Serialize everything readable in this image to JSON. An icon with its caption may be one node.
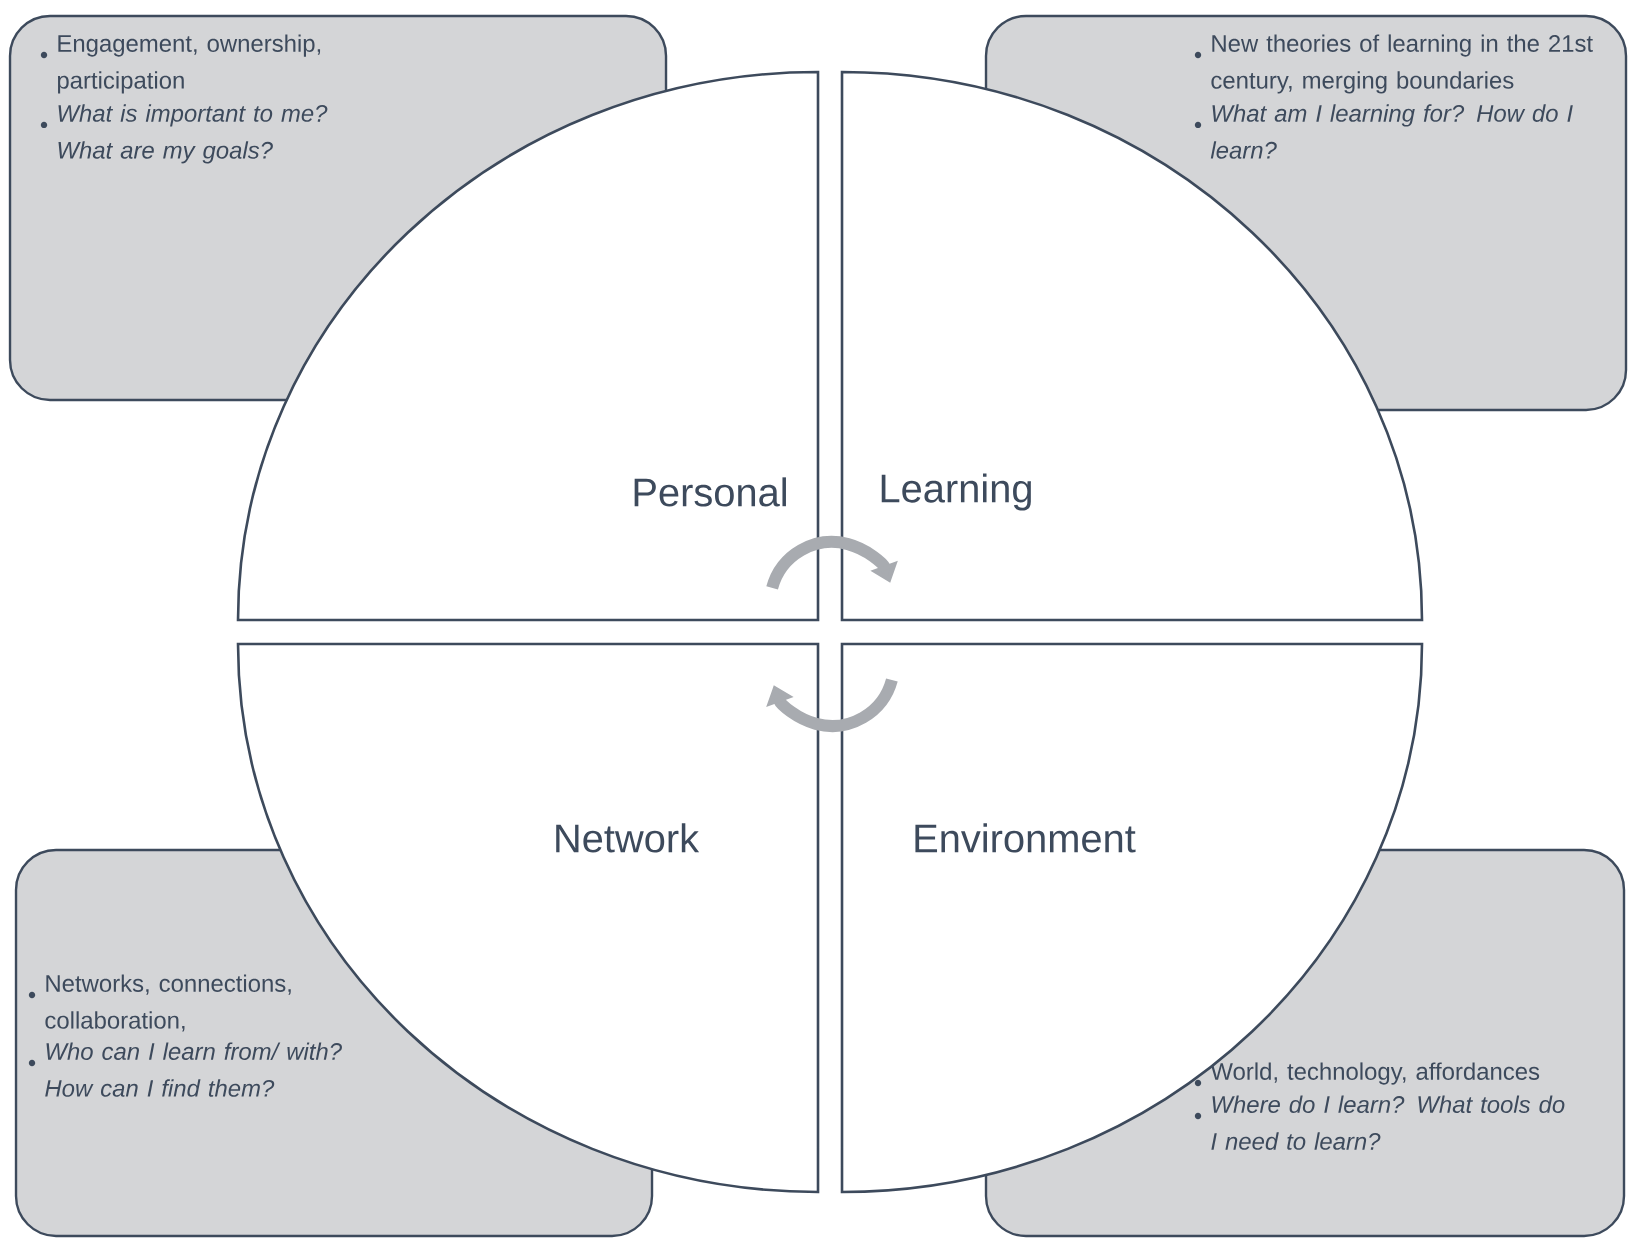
{
  "diagram": {
    "nodes": [
      {
        "text": [
          "Engagement, ownership, participation",
          "What is important to me? What are my goals?"
        ]
      },
      {
        "text": [
          "New theories of learning in the 21st century, merging boundaries",
          "What am I learning for? How do I learn?"
        ]
      },
      {
        "text": [
          "Personal"
        ]
      },
      {
        "text": [
          "Learning"
        ]
      },
      {
        "text": [
          "Network"
        ]
      },
      {
        "text": [
          "Environment"
        ]
      },
      {
        "text": [
          "Networks, connections, collaboration,",
          "Who can I learn from/ with? How can I find them?"
        ]
      },
      {
        "text": [
          "World, technology, affordances",
          "Where do I learn? What tools do I need to learn?"
        ]
      }
    ],
    "edges": [
      {
        "from": 2,
        "to": 3,
        "arrow": "to"
      },
      {
        "from": 5,
        "to": 4,
        "arrow": "to"
      }
    ]
  }
}
